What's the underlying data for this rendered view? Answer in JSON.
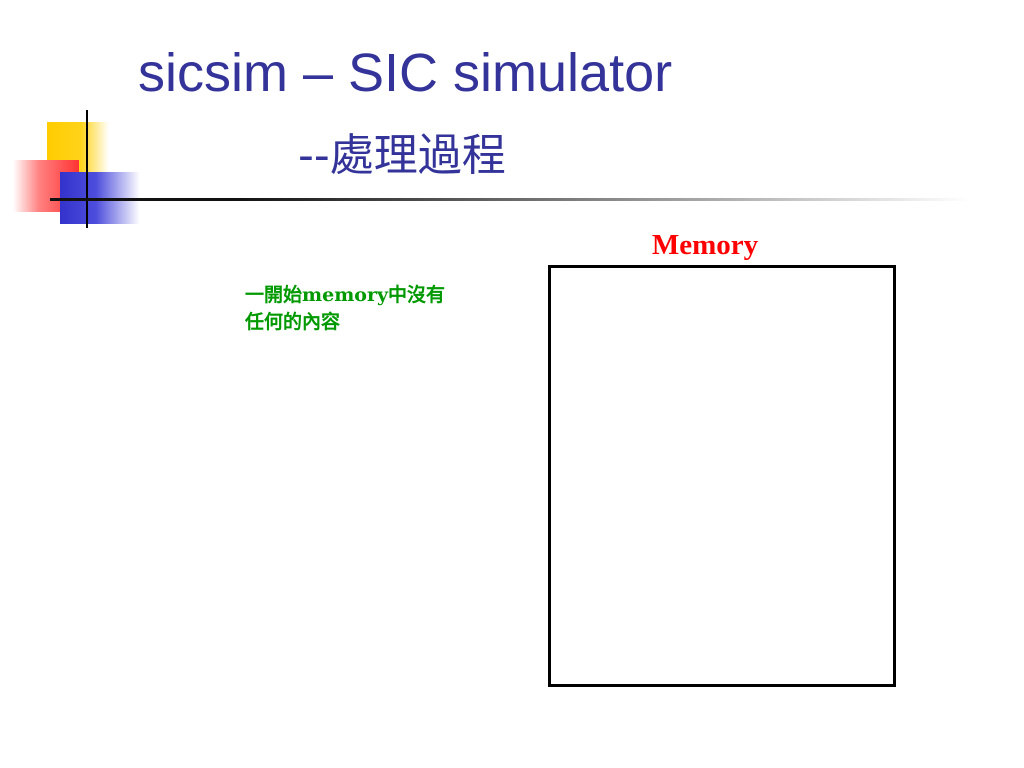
{
  "slide": {
    "title_line1": "sicsim – SIC simulator",
    "title_line2": "--處理過程",
    "memory_label": "Memory",
    "note_lines": [
      "一開始memory中沒有",
      "任何的內容"
    ]
  },
  "colors": {
    "title": "#333399",
    "memory_label": "#ff0000",
    "note": "#009900",
    "deco_yellow": "#ffcc00",
    "deco_red": "#ff3333",
    "deco_blue": "#3333cc"
  }
}
